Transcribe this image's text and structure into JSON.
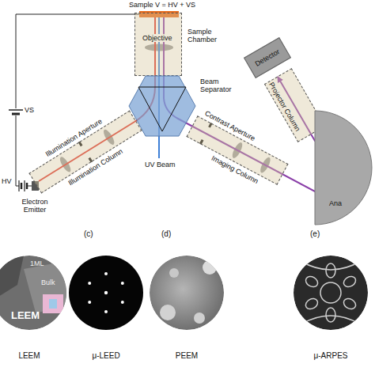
{
  "diagram": {
    "nodes": [
      {
        "text": [
          "Sample Chamber",
          "Objective"
        ]
      },
      {
        "text": [
          "Beam Separator"
        ]
      },
      {
        "text": [
          "Illumination Aperture",
          "Illumination Column"
        ]
      },
      {
        "text": [
          "Contrast Aperture",
          "Imaging Column"
        ]
      },
      {
        "text": [
          "Detector"
        ]
      },
      {
        "text": [
          "Projector Column"
        ]
      },
      {
        "text": [
          "Ana"
        ]
      }
    ],
    "labels": [
      "Sample V = HV + VS",
      "VS",
      "HV",
      "Electron Emitter",
      "UV Beam",
      "1ML",
      "Bulk",
      "LEEM",
      "(c)",
      "(d)",
      "(e)",
      "LEEM",
      "μ-LEED",
      "PEEM",
      "μ-ARPES"
    ]
  }
}
